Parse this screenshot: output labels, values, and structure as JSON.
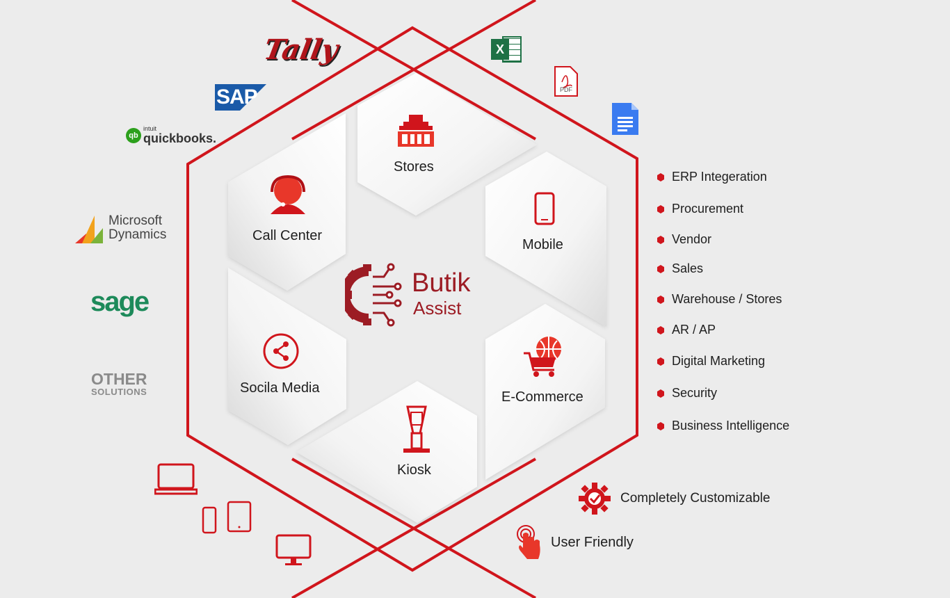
{
  "colors": {
    "accent": "#d0151c",
    "accent_dark": "#a31219",
    "brand_red": "#9c1c24",
    "text": "#1e1e1e",
    "bg": "#ececec",
    "sage_green": "#1d8a5a",
    "sap_blue": "#1a5aa8"
  },
  "logo": {
    "line1": "Butik",
    "line2": "Assist"
  },
  "segments": [
    {
      "key": "stores",
      "label": "Stores",
      "icon": "store-icon"
    },
    {
      "key": "call_center",
      "label": "Call Center",
      "icon": "headset-icon"
    },
    {
      "key": "mobile",
      "label": "Mobile",
      "icon": "mobile-phone-icon"
    },
    {
      "key": "social",
      "label": "Socila Media",
      "icon": "share-icon"
    },
    {
      "key": "ecommerce",
      "label": "E-Commerce",
      "icon": "cart-globe-icon"
    },
    {
      "key": "kiosk",
      "label": "Kiosk",
      "icon": "kiosk-icon"
    }
  ],
  "integrations": {
    "tally": "Tally",
    "sap": "SAP",
    "quickbooks_small": "intuit",
    "quickbooks": "quickbooks.",
    "quickbooks_badge": "qb",
    "microsoft_line1": "Microsoft",
    "microsoft_line2": "Dynamics",
    "sage": "sage",
    "other_line1": "OTHER",
    "other_line2": "SOLUTIONS"
  },
  "file_icons": {
    "excel": "X",
    "pdf": "PDF"
  },
  "features": [
    "ERP Integeration",
    "Procurement",
    "Vendor",
    "Sales",
    "Warehouse / Stores",
    "AR / AP",
    "Digital Marketing",
    "Security",
    "Business Intelligence"
  ],
  "highlights": {
    "customizable": "Completely Customizable",
    "user_friendly": "User Friendly"
  }
}
